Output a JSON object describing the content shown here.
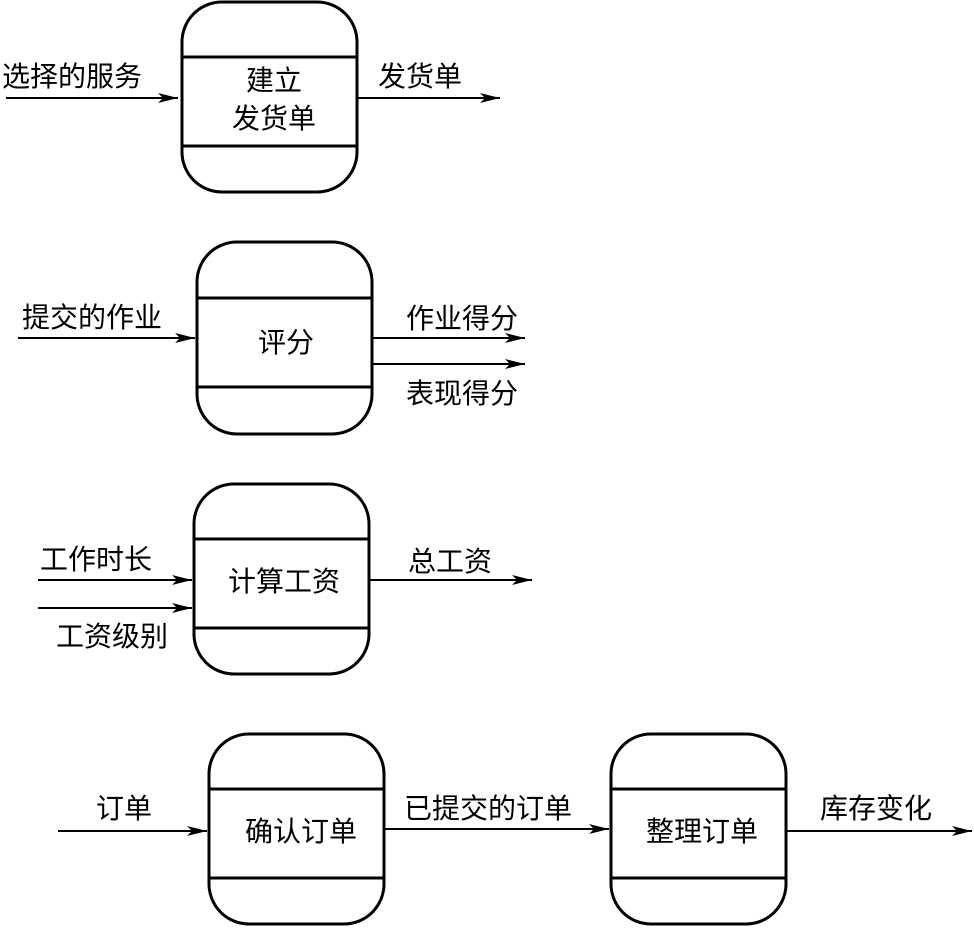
{
  "processes": {
    "create_invoice": {
      "line1": "建立",
      "line2": "发货单"
    },
    "grading": {
      "label": "评分"
    },
    "calc_salary": {
      "label": "计算工资"
    },
    "confirm_order": {
      "label": "确认订单"
    },
    "organize_order": {
      "label": "整理订单"
    }
  },
  "flows": {
    "selected_service": "选择的服务",
    "invoice": "发货单",
    "submitted_homework": "提交的作业",
    "homework_score": "作业得分",
    "performance_score": "表现得分",
    "work_hours": "工作时长",
    "salary_grade": "工资级别",
    "total_salary": "总工资",
    "order": "订单",
    "submitted_order": "已提交的订单",
    "inventory_change": "库存变化"
  },
  "colors": {
    "stroke": "#000000",
    "background": "#ffffff"
  }
}
